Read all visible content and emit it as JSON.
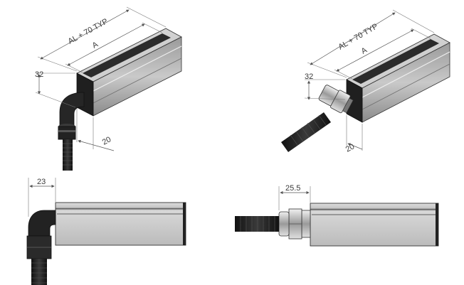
{
  "views": {
    "iso_elbow": {
      "dim_length_total": "AL + 70 TYP",
      "dim_length_a": "A",
      "dim_height": "32",
      "dim_depth": "20"
    },
    "iso_straight": {
      "dim_length_total": "AL + 70 TYP",
      "dim_length_a": "A",
      "dim_height": "32",
      "dim_depth": "20"
    },
    "side_elbow": {
      "dim_offset": "23"
    },
    "side_straight": {
      "dim_offset": "25.5"
    }
  },
  "colors": {
    "housing_light": "#d4d4d4",
    "housing_mid": "#b8b8b8",
    "housing_dark": "#2a2a2a",
    "cable": "#1c1c1c",
    "dimension": "#555555"
  }
}
